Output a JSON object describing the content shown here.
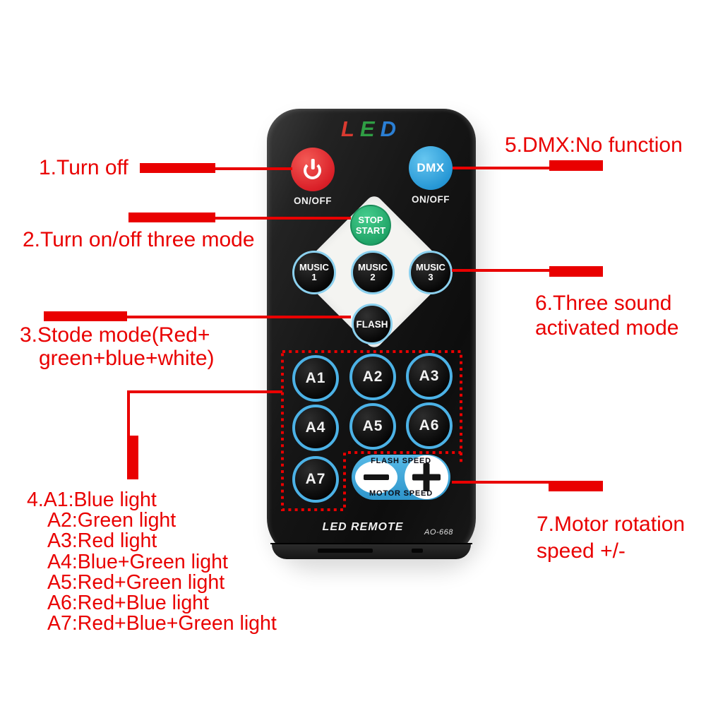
{
  "annotations": {
    "a1": {
      "text": "1.Turn off"
    },
    "a2": {
      "text": "2.Turn on/off three mode"
    },
    "a3": {
      "line1": "3.Stode mode(Red+",
      "line2": "green+blue+white)"
    },
    "a4": {
      "lines": [
        "4.A1:Blue light",
        "A2:Green light",
        "A3:Red light",
        "A4:Blue+Green light",
        "A5:Red+Green light",
        "A6:Red+Blue light",
        "A7:Red+Blue+Green light"
      ]
    },
    "a5": {
      "text": "5.DMX:No function"
    },
    "a6": {
      "line1": "6.Three sound",
      "line2": "activated mode"
    },
    "a7": {
      "line1": "7.Motor rotation",
      "line2": "speed +/-"
    }
  },
  "remote": {
    "logo": {
      "l": "L",
      "e": "E",
      "d": "D"
    },
    "power": {
      "onoff_label": "ON/OFF"
    },
    "dmx": {
      "label": "DMX",
      "onoff_label": "ON/OFF"
    },
    "stop_start": {
      "line1": "STOP",
      "line2": "START"
    },
    "music_buttons": [
      {
        "label": "MUSIC",
        "num": "1"
      },
      {
        "label": "MUSIC",
        "num": "2"
      },
      {
        "label": "MUSIC",
        "num": "3"
      }
    ],
    "flash_label": "FLASH",
    "a_buttons": [
      "A1",
      "A2",
      "A3",
      "A4",
      "A5",
      "A6",
      "A7"
    ],
    "speed": {
      "top_label": "FLASH SPEED",
      "bottom_label": "MOTOR SPEED"
    },
    "footer": {
      "name": "LED REMOTE",
      "model": "AO-668"
    }
  },
  "icons": {
    "power": "power-icon",
    "minus": "minus-icon",
    "plus": "plus-icon"
  },
  "colors": {
    "red": "#e90000",
    "logo-red": "#d93a30",
    "logo-green": "#2f9e44",
    "logo-blue": "#2b7fd4",
    "power-red": "#da2028",
    "dmx-blue": "#2f9fd8",
    "start-green": "#20a467",
    "ring-light": "#8bd0ee",
    "ring-blue": "#4cb2e6",
    "speed-blue-light": "#57bae7",
    "diamond-white": "#f4f4f1",
    "body-black": "#141414"
  }
}
